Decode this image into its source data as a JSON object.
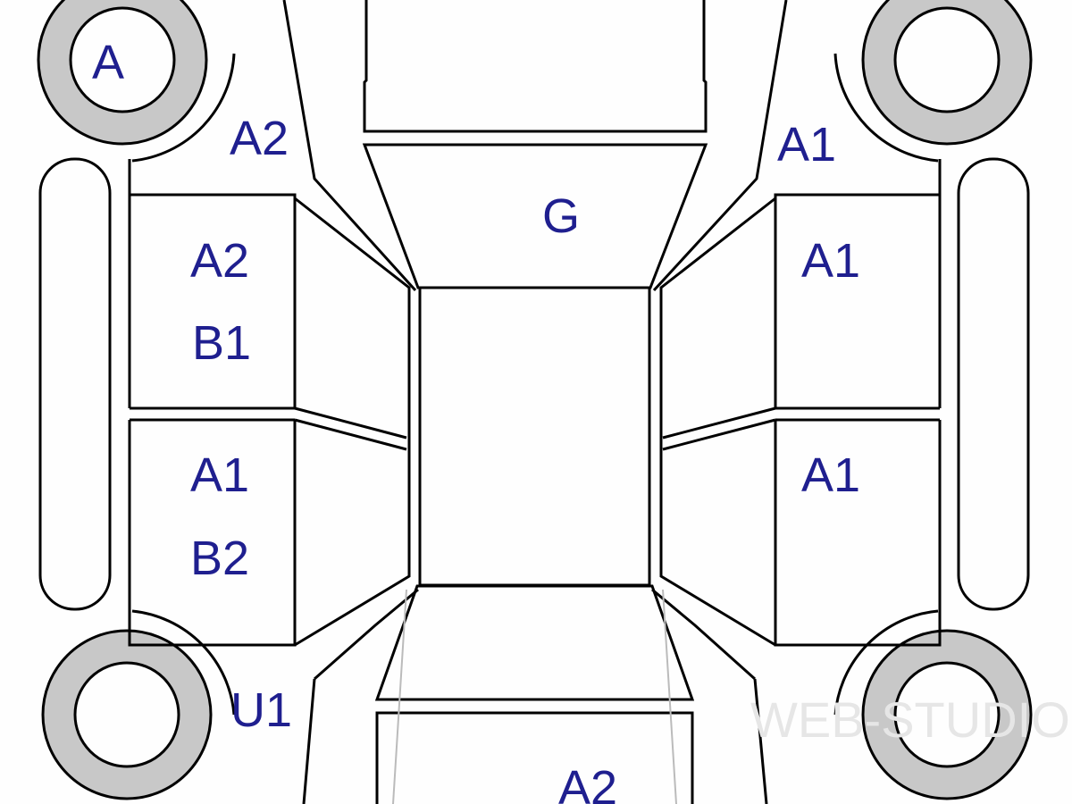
{
  "diagram": {
    "colors": {
      "label": "#1f1f8f",
      "tire": "#c8c8c8",
      "line": "#000000"
    },
    "labels": {
      "front_left_wheel": "A",
      "front_left_fender": "A2",
      "front_right_fender": "A1",
      "windshield": "G",
      "left_front_door_1": "A2",
      "left_front_door_2": "B1",
      "left_rear_door_1": "A1",
      "left_rear_door_2": "B2",
      "right_front_door": "A1",
      "right_rear_door": "A1",
      "rear_left_fender": "U1",
      "trunk": "A2"
    },
    "watermark": "WEB-STUDIO.PRO"
  }
}
